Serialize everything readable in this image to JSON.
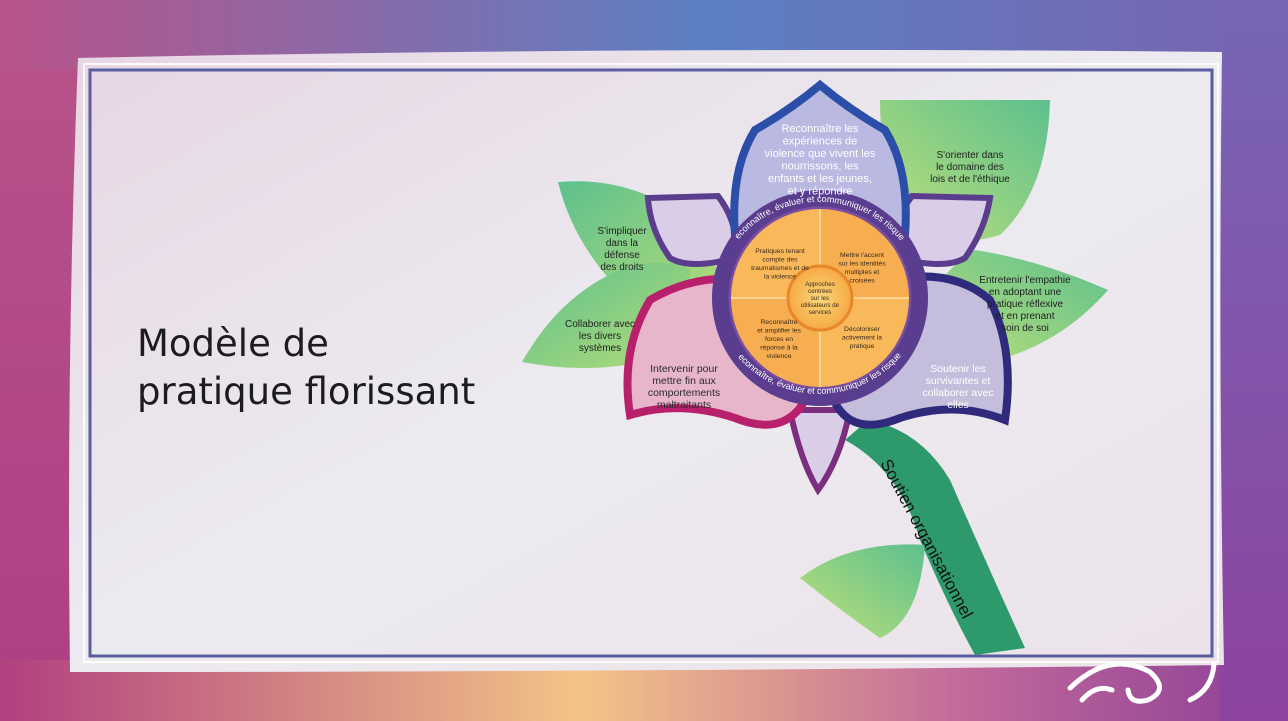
{
  "slide": {
    "title_line1": "Modèle de",
    "title_line2": "pratique florissant"
  },
  "diagram": {
    "petal_top": [
      "Reconnaître les",
      "expériences de",
      "violence que vivent les",
      "nourrissons, les",
      "enfants et les jeunes,",
      "et y répondre"
    ],
    "petal_left": [
      "Intervenir pour",
      "mettre fin aux",
      "comportements",
      "maltraitants"
    ],
    "petal_right": [
      "Soutenir les",
      "survivantes et",
      "collaborer avec",
      "elles"
    ],
    "leaf_left_upper": [
      "S'impliquer",
      "dans la",
      "défense",
      "des droits"
    ],
    "leaf_left_lower": [
      "Collaborer avec",
      "les divers",
      "systèmes"
    ],
    "leaf_right_upper": [
      "S'orienter dans",
      "le domaine des",
      "lois et de l'éthique"
    ],
    "leaf_right_lower": [
      "Entretenir l'empathie",
      "en adoptant une",
      "pratique réflexive",
      "et en prenant",
      "soin de soi"
    ],
    "ring_top": "Reconnaître, évaluer et communiquer les risques",
    "ring_bottom": "Reconnaître, évaluer et communiquer les risques",
    "quadrant_tl": [
      "Pratiques tenant",
      "compte des",
      "traumatismes et de",
      "la violence"
    ],
    "quadrant_tr": [
      "Mettre l'accent",
      "sur les identités",
      "multiples et",
      "croisées"
    ],
    "quadrant_bl": [
      "Reconnaître",
      "et amplifier les",
      "forces en",
      "réponse à la",
      "violence"
    ],
    "quadrant_br": [
      "Décoloniser",
      "activement la",
      "pratique"
    ],
    "center": [
      "Approches",
      "centrées",
      "sur les",
      "utilisateurs de",
      "services"
    ],
    "stem_label": "Soutien organisationnel"
  }
}
